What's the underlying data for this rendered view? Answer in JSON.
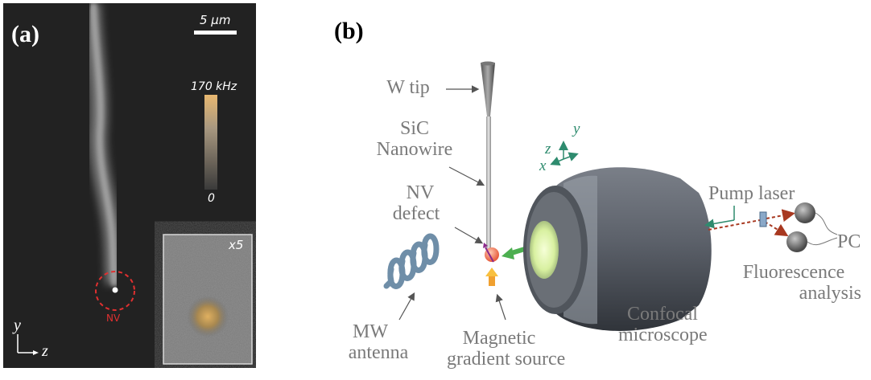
{
  "panel_a": {
    "label": "(a)",
    "scalebar_label": "5 μm",
    "colorbar_max": "170 kHz",
    "colorbar_min": "0",
    "nv_label": "NV",
    "inset_zoom": "x5",
    "axis_y": "y",
    "axis_z": "z",
    "colors": {
      "nv_circle": "#e03030",
      "background": "#222222",
      "colorbar_top": "#e8b870"
    }
  },
  "panel_b": {
    "label": "(b)",
    "w_tip": "W tip",
    "sic_line1": "SiC",
    "sic_line2": "Nanowire",
    "nv_line1": "NV",
    "nv_line2": "defect",
    "mw_line1": "MW",
    "mw_line2": "antenna",
    "mag_line1": "Magnetic",
    "mag_line2": "gradient source",
    "confocal_line1": "Confocal",
    "confocal_line2": "microscope",
    "pump_laser": "Pump laser",
    "pc": "PC",
    "fluor_line1": "Fluorescence",
    "fluor_line2": "analysis",
    "axis_x": "x",
    "axis_y": "y",
    "axis_z": "z",
    "colors": {
      "label_text": "#7a7a7a",
      "axis_green": "#2e8b6e",
      "laser_arrow": "#a83820",
      "pointer_arrow": "#4caf50",
      "spring": "#6f8ea8",
      "source_arrow": "#f0a030"
    }
  }
}
